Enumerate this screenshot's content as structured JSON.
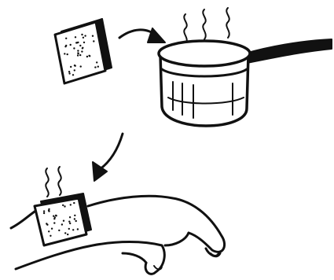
{
  "panels": [
    {
      "id": "cloth",
      "icon": "cloth-icon"
    },
    {
      "id": "pot",
      "icon": "steaming-pot-icon"
    },
    {
      "id": "compress",
      "icon": "hot-compress-on-wrist-icon"
    }
  ],
  "arrows": [
    "arrow-cloth-to-pot",
    "arrow-pot-to-wrist"
  ]
}
